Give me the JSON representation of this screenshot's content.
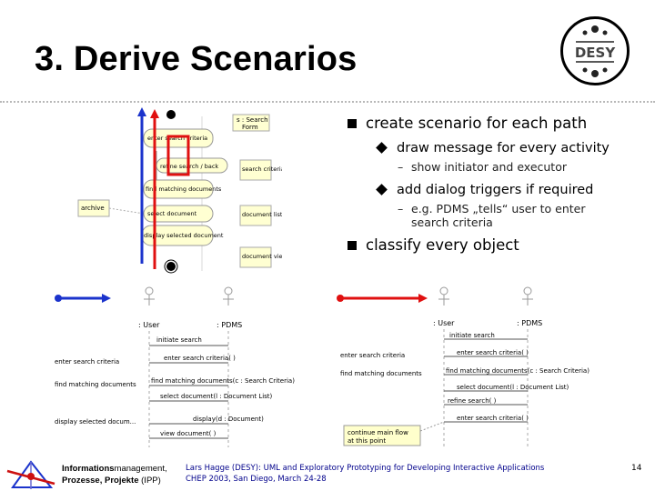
{
  "slide": {
    "title": "3. Derive Scenarios",
    "logo_text": "DESY",
    "page_number": "14"
  },
  "bullets": {
    "create_scenario": "create scenario for each path",
    "draw_message": "draw message for every activity",
    "show_initiator": "show initiator and executor",
    "add_dialog": "add dialog triggers if required",
    "eg_pdms_line1": "e.g. PDMS „tells“ user to enter",
    "eg_pdms_line2": "search criteria",
    "classify_object": "classify every object"
  },
  "activity_diagram": {
    "swimlane_header": [
      "s : Search",
      "Form"
    ],
    "activities": [
      "enter search criteria",
      "refine search / back",
      "find matching documents",
      "select document",
      "display selected document"
    ],
    "objects": [
      "search criteria",
      "document list",
      "document view"
    ],
    "archive_label": "archive"
  },
  "sequence_left": {
    "actor_user": ": User",
    "actor_pdms": ": PDMS",
    "side_labels": [
      "enter search criteria",
      "find matching documents",
      "display selected docum..."
    ],
    "messages": [
      "initiate search",
      "enter search criteria( )",
      "find matching documents(c : Search Criteria)",
      "select document(l : Document List)",
      "display(d : Document)",
      "view document( )"
    ]
  },
  "sequence_right": {
    "actor_user": ": User",
    "actor_pdms": ": PDMS",
    "side_labels": [
      "enter search criteria",
      "find matching documents"
    ],
    "messages": [
      "initiate search",
      "enter search criteria( )",
      "find matching documents(c : Search Criteria)",
      "select document(l : Document List)",
      "refine search( )",
      "enter search criteria( )"
    ],
    "note_line1": "continue main flow",
    "note_line2": "at this point"
  },
  "footer": {
    "org_line1_bold": "Informations",
    "org_line1_rest": "management,",
    "org_line2_bold": "Prozesse, Projekte",
    "org_line2_rest": " (IPP)",
    "citation_line1": "Lars Hagge (DESY): UML and Exploratory Prototyping for Developing Interactive Applications",
    "citation_line2": "CHEP 2003, San Diego, March 24-28"
  },
  "colors": {
    "path_blue": "#1b33cc",
    "path_red": "#e01010",
    "note_fill": "#ffffcc",
    "activity_fill": "#ffffd2"
  }
}
